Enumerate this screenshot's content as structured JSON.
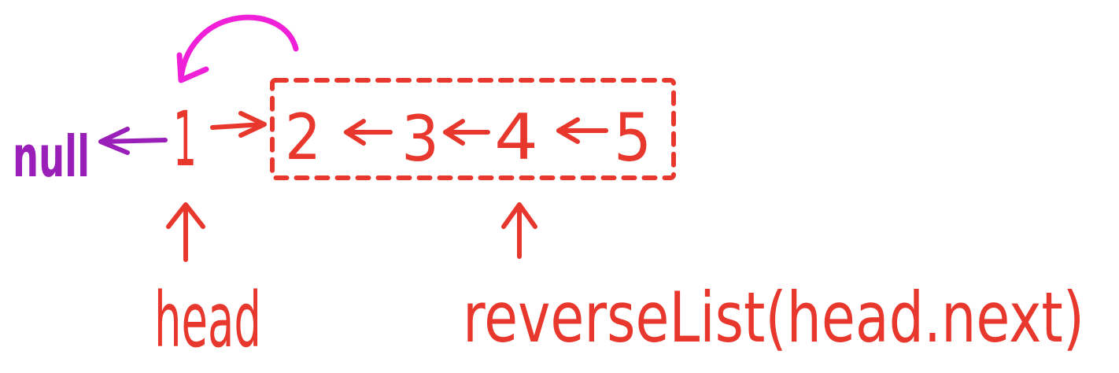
{
  "diagram": {
    "null_label": "null",
    "nodes": [
      "1",
      "2",
      "3",
      "4",
      "5"
    ],
    "head_label": "head",
    "recursion_label": "reverseList(head.next)",
    "colors": {
      "main": "#e8372c",
      "null": "#9a1fb8",
      "rotate_arrow": "#f020d8"
    }
  }
}
